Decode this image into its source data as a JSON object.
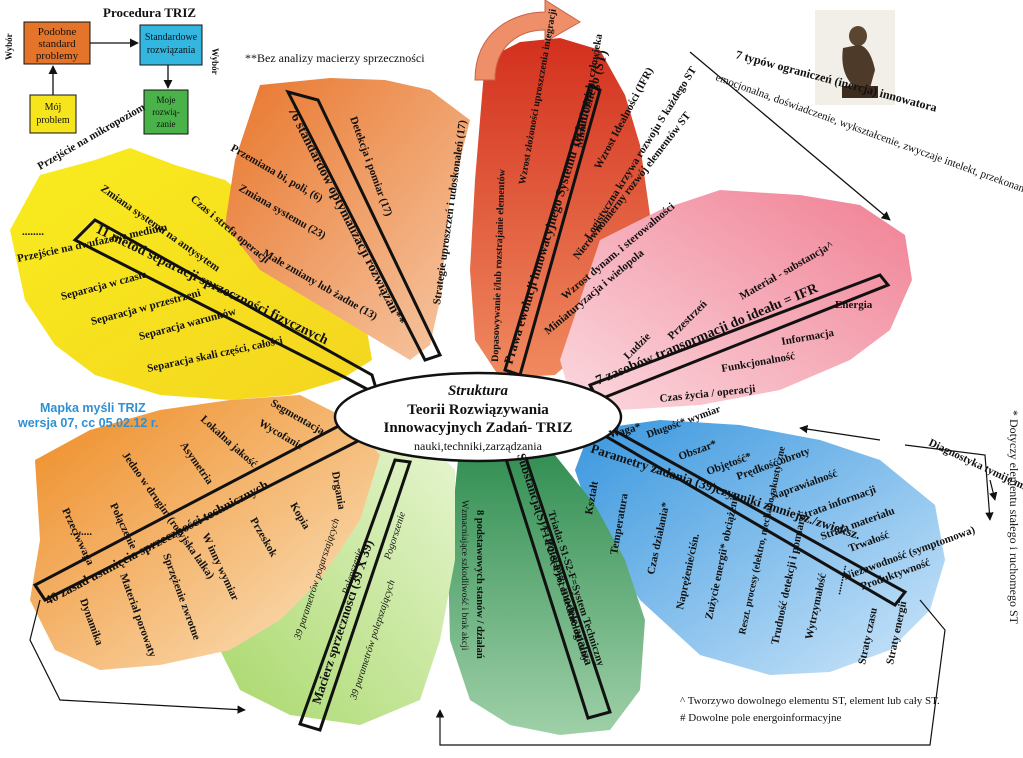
{
  "procedure": {
    "title": "Procedura TRIZ",
    "wybor_left": "Wybór",
    "wybor_right": "Wybór",
    "box_similar": [
      "Podobne",
      "standard",
      "problemy"
    ],
    "box_standard": [
      "Standardowe",
      "rozwiązania"
    ],
    "box_my_problem": [
      "Mój",
      "problem"
    ],
    "box_my_solutions": [
      "Moje",
      "rozwią-",
      "zanie"
    ],
    "colors": {
      "orange": "#e3742a",
      "cyan": "#33b7e0",
      "yellow": "#f6e51c",
      "green": "#49b34a"
    }
  },
  "notes": {
    "no_matrix": "**Bez analizy macierzy sprzeczności",
    "mindmap_title": "Mapka myśli TRIZ",
    "mindmap_version": "wersja 07, cc  05.02.12 r.",
    "footnote_caret": "^ Tworzywo dowolnego elementu ST, element lub cały ST.",
    "footnote_hash": "#  Dowolne pole energoinformacyjne",
    "footnote_star": "* Dotyczy elementu stałego i ruchomego ST"
  },
  "center": {
    "line1": "Struktura",
    "line2": "Teorii Rozwiązywania",
    "line3": "Innowacyjnych Zadań- TRIZ",
    "line4": "nauki,techniki,zarządzania"
  },
  "petals": {
    "separation": {
      "color": "#f7e11b",
      "title": "11 metod separacji sprzeczności fizycznych",
      "items": [
        "Przejście na mikropoziom",
        "Zmiana systemu na antysytem",
        "Czas i strefa operacji",
        "........",
        "Przejście na dwufazowe medium",
        "Separacja w czasie",
        "Separacja w przestrzeni",
        "Separacja warunków",
        "Separacja skali części, całości"
      ]
    },
    "standards": {
      "color": "#ec8a45",
      "title": "76 standardów optymalizacji rozwiązań**",
      "items": [
        "Detekcja i pomiar (17)",
        "Przemiana bi, poli, (6)",
        "Zmiana systemu (23)",
        "Strategie uproszczeń i udoskonaleń (17)",
        "Małe zmiany lub żadne (13)"
      ]
    },
    "evolution": {
      "color": "#d93a26",
      "title": "Prawa ewolucji innowacyjnego Systemu Technicznego (ST)",
      "items": [
        "Minim. udziału człowieka",
        "Wzrost złożoności uproszczenia integracji",
        "Wzrost Idealności (IFR)",
        "Logistyczna krzywa rozwoju S każdego ST",
        "Nierównomierny rozwój elementów ST",
        "Wzrost dynam. i sterowalności",
        "Miniaturyzacja i wielopola",
        "Dopasowywanie i/lub rozstrajanie elementów"
      ]
    },
    "limits": {
      "title": "7 typów ograniczeń (inercja) innowatora",
      "text": "emocjonalna, doświadczenie, wykształcenie, zwyczaje intelekt, przekonania, wytyczne działania"
    },
    "ifr": {
      "color": "#f3a7b6",
      "title": "7 zasobów transormacji do ideału = IFR",
      "items": [
        "Ludzie",
        "Przestrzeń",
        "Materiał - substancja^",
        "Energia",
        "Informacja",
        "Funkcjonalność",
        "Czas życia / operacji"
      ]
    },
    "parameters": {
      "color": "#5aa7e2",
      "title": "Parametry zadania (39)czynniki zmniejsz./zwiększ.",
      "diagnostics": "Diagnostyka tymiję m.innymi:",
      "items": [
        "Waga*",
        "Długość* wymiar",
        "Obszar*",
        "Objętość*",
        "Prędkość obroty",
        "Naprawialność",
        "Strata informacji",
        "Strata materiału",
        "Trwałość",
        "Niezawodność (symptomowa)",
        "Produktywność",
        "Kształt",
        "Temperatura",
        "Czas działania*",
        "Naprężenie/ciśn.",
        "Zużycie energii* obciążenie",
        "Reszt. procesy (elektro, mechano, akustyczne",
        "Trudność detekcji i pomiaru",
        "Wytrzymałość",
        "...........",
        "Straty czasu",
        "Straty energii"
      ]
    },
    "substance": {
      "color": "#2e8f55",
      "title": "Substancja(S)^- Pole(F)#; modele-analiza",
      "items": [
        "Triada: S1-S2-F=System Techniczny",
        "F1-F2-S=Proces technologiczny",
        "8 podstawowych stanów / działań",
        "Wzmacniające szkodliwość i brak akcji"
      ]
    },
    "matrix": {
      "color": "#b6dd7e",
      "title": "Macierz sprzeczności (39 X 39)",
      "items": [
        "39 parametrów pogarszających",
        "Pogorszenie",
        "Polepszenie",
        "39 parametrów polepszających"
      ]
    },
    "principles": {
      "color": "#f2a135",
      "title": "40 zasad usunięcia sprzeczności technicznych",
      "items": [
        "Segmentacja",
        "Wycofanie",
        "Lokalna jakość",
        "Asymetria",
        "Jedno w drugim (rosyjska lalka)",
        "Połączenie",
        "Przeciwwaga",
        "........",
        "Dynamika",
        "Materiał porowaty",
        "Sprzężenie zwrotne",
        "W inny wymiar",
        "Przeskok",
        "Kopia",
        "Drgania"
      ]
    }
  }
}
